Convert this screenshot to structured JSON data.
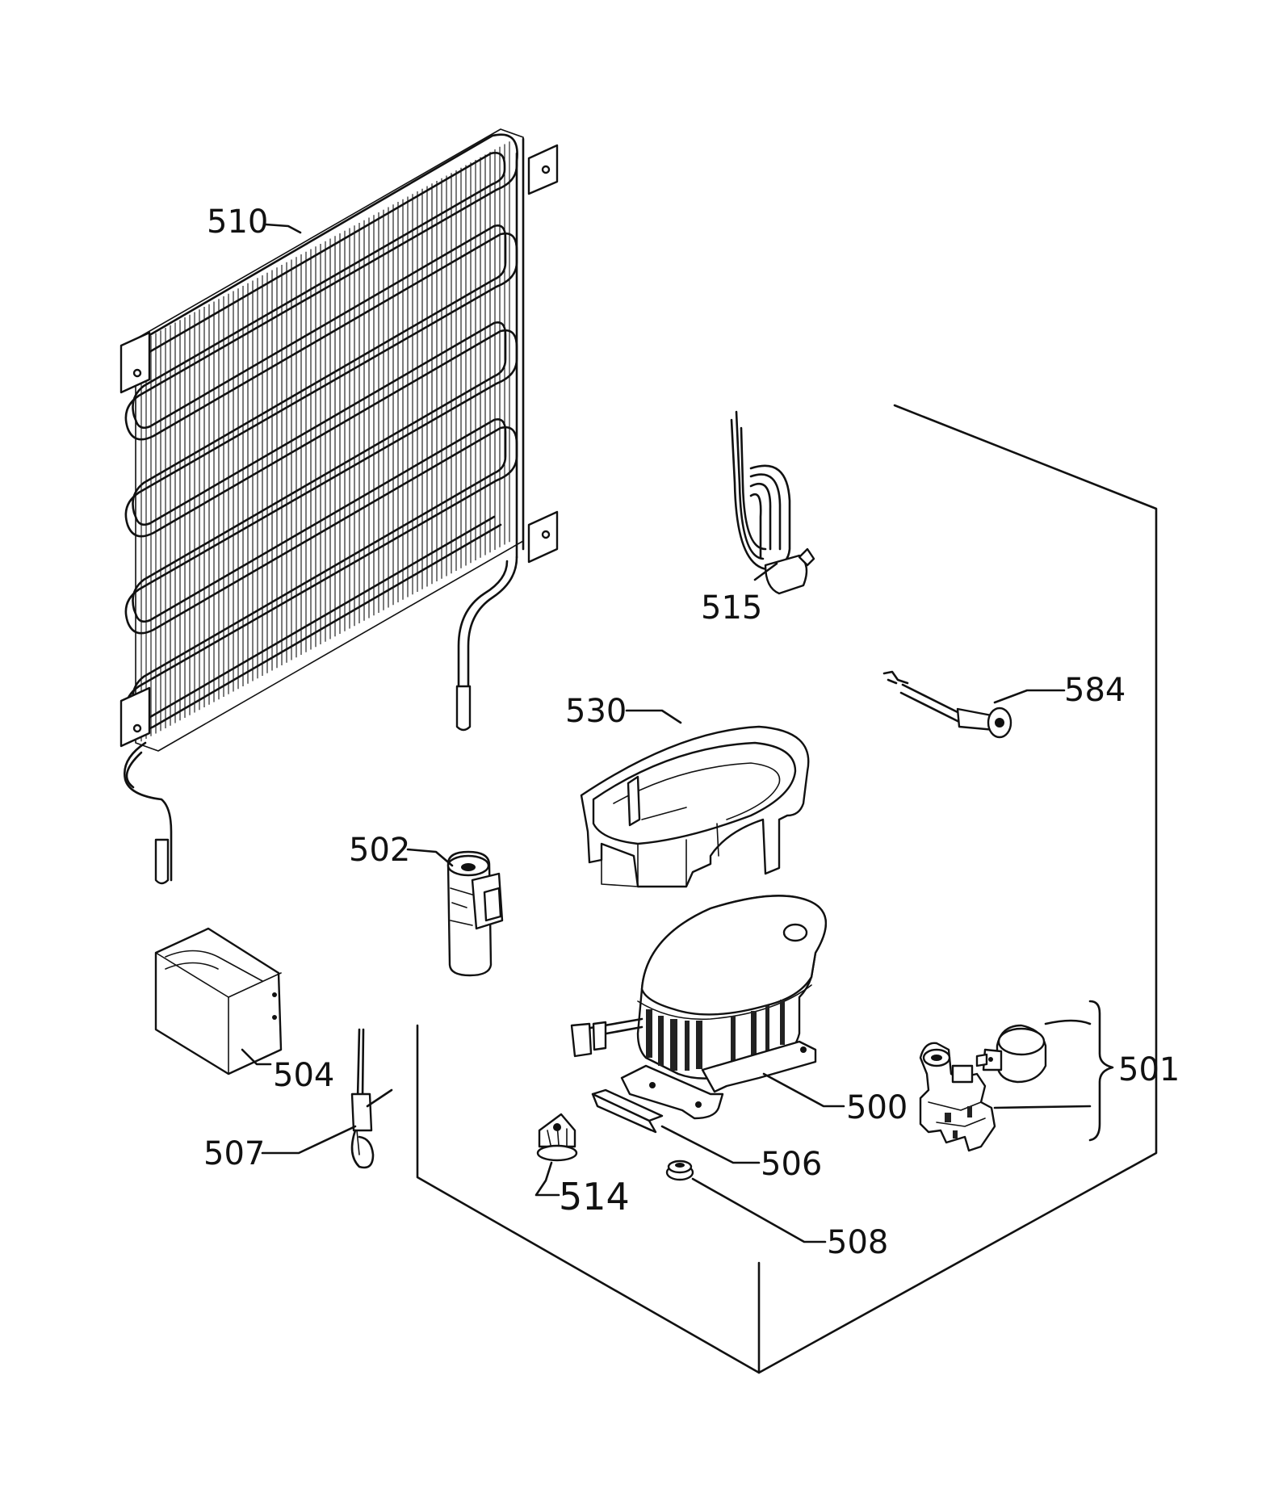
{
  "diagram": {
    "labels": {
      "p510": "510",
      "p515": "515",
      "p584": "584",
      "p530": "530",
      "p502": "502",
      "p504": "504",
      "p500": "500",
      "p501": "501",
      "p507": "507",
      "p506": "506",
      "p514": "514",
      "p508": "508"
    }
  }
}
